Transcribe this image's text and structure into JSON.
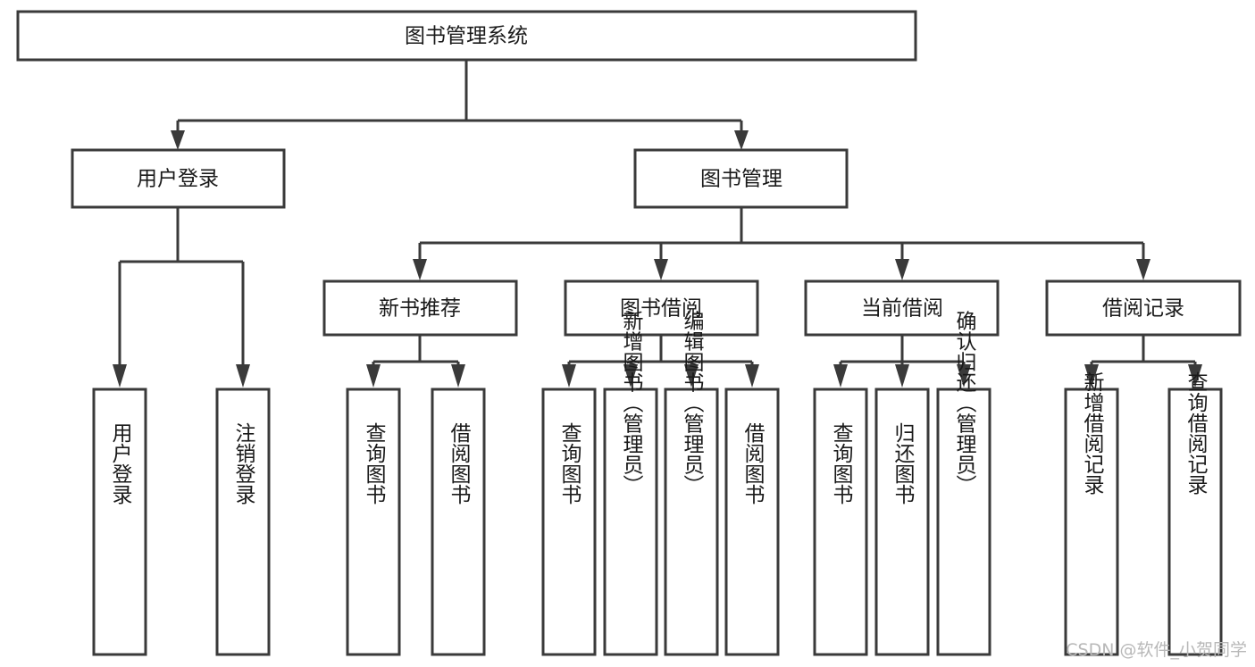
{
  "diagram": {
    "title": "图书管理系统",
    "type": "tree-hierarchy",
    "watermark": "CSDN @软件_小贺同学",
    "colors": {
      "stroke": "#3a3a3a",
      "fill": "#ffffff",
      "text": "#1a1a1a",
      "watermark": "#b8b8b8"
    },
    "levels": {
      "root": {
        "label": "图书管理系统"
      },
      "level2": [
        {
          "label": "用户登录"
        },
        {
          "label": "图书管理"
        }
      ],
      "level3": [
        {
          "label": "新书推荐"
        },
        {
          "label": "图书借阅"
        },
        {
          "label": "当前借阅"
        },
        {
          "label": "借阅记录"
        }
      ],
      "leaves_user_login": [
        {
          "label": "用户登录"
        },
        {
          "label": "注销登录"
        }
      ],
      "leaves_new_book": [
        {
          "label": "查询图书"
        },
        {
          "label": "借阅图书"
        }
      ],
      "leaves_borrow": [
        {
          "label": "查询图书"
        },
        {
          "label": "新增图书（管理员）"
        },
        {
          "label": "编辑图书（管理员）"
        },
        {
          "label": "借阅图书"
        }
      ],
      "leaves_current": [
        {
          "label": "查询图书"
        },
        {
          "label": "归还图书"
        },
        {
          "label": "确认归还（管理员）"
        }
      ],
      "leaves_record": [
        {
          "label": "新增借阅记录"
        },
        {
          "label": "查询借阅记录"
        }
      ]
    }
  }
}
